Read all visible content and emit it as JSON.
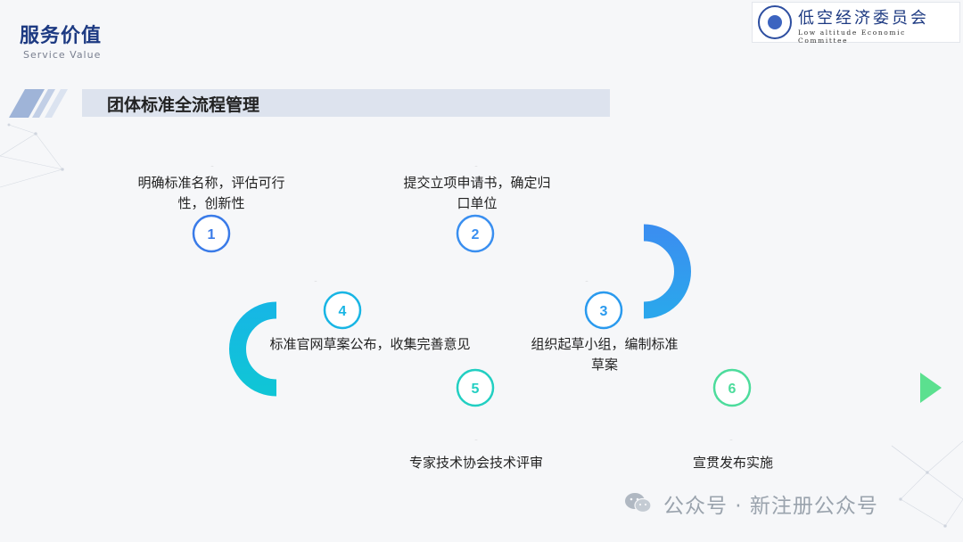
{
  "header": {
    "title": "服务价值",
    "subtitle": "Service Value",
    "logo_cn": "低空经济委员会",
    "logo_en": "Low altitude Economic Committee"
  },
  "section": {
    "title": "团体标准全流程管理"
  },
  "steps": [
    {
      "num": "1",
      "text_lines": [
        "明确标准名称，评估可行",
        "性，创新性"
      ]
    },
    {
      "num": "2",
      "text_lines": [
        "提交立项申请书，确定归",
        "口单位"
      ]
    },
    {
      "num": "3",
      "text_lines": [
        "组织起草小组，编制标准",
        "草案"
      ]
    },
    {
      "num": "4",
      "text_lines": [
        "标准官网草案公布，收集完善意见"
      ]
    },
    {
      "num": "5",
      "text_lines": [
        "专家技术协会技术评审"
      ]
    },
    {
      "num": "6",
      "text_lines": [
        "宣贯发布实施"
      ]
    }
  ],
  "watermark": "公众号 · 新注册公众号",
  "colors": {
    "path_start": "#3a7be8",
    "path_mid": "#12bde0",
    "path_end": "#5be08f",
    "title": "#1d3a82"
  }
}
